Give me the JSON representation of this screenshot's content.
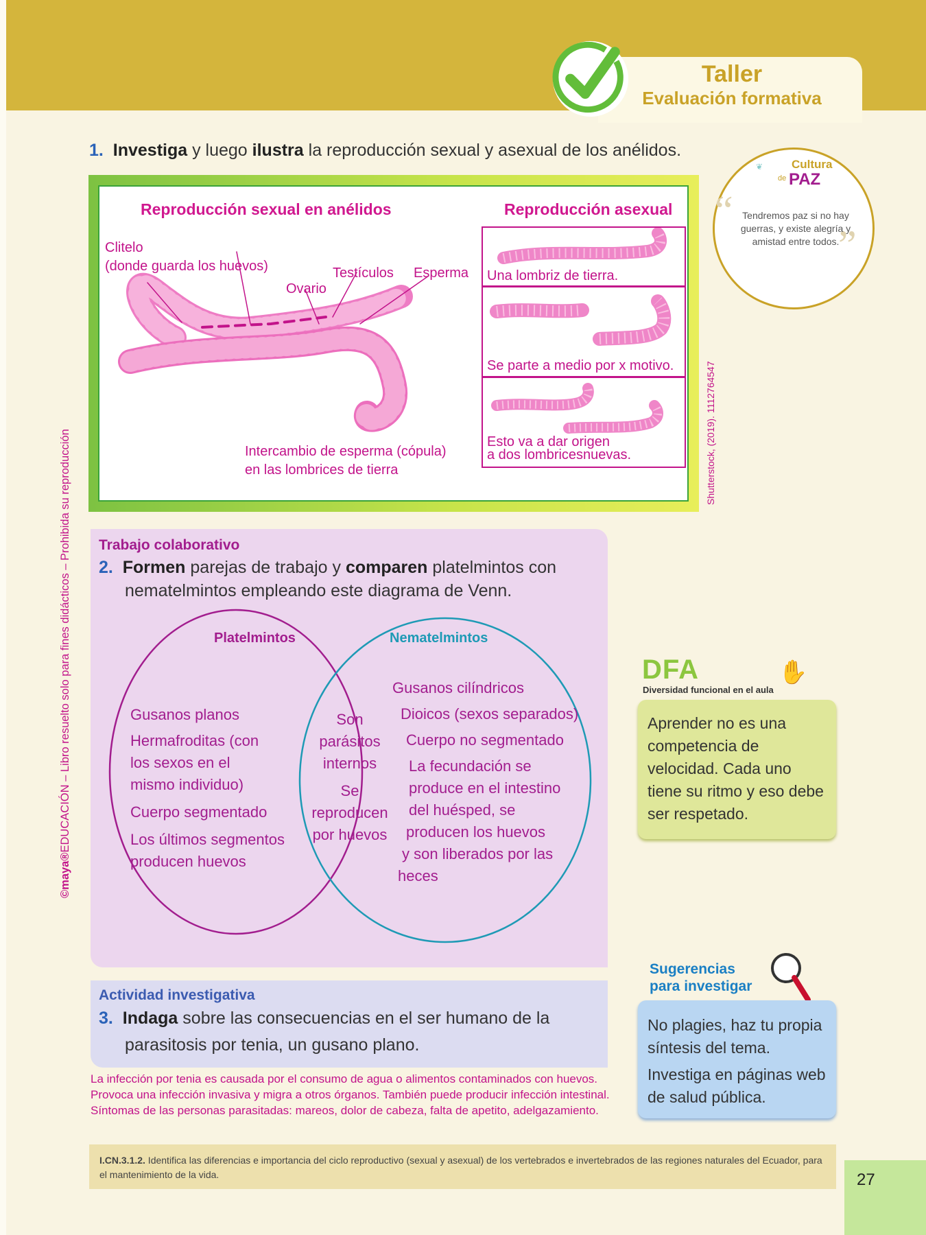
{
  "header": {
    "title": "Taller",
    "subtitle": "Evaluación formativa"
  },
  "q1": {
    "number": "1.",
    "verb1": "Investiga",
    "mid": " y luego ",
    "verb2": "ilustra",
    "rest": " la reproducción sexual y asexual de los anélidos."
  },
  "figure": {
    "sexual_title": "Reproducción sexual en anélidos",
    "asexual_title": "Reproducción asexual",
    "labels": {
      "clitelo": "Clitelo",
      "clitelo_sub": "(donde guarda los huevos)",
      "testiculos": "Testículos",
      "esperma": "Esperma",
      "ovario": "Ovario",
      "intercambio1": "Intercambio de esperma (cópula)",
      "intercambio2": "en las lombrices de tierra"
    },
    "asexual_steps": [
      "Una lombriz de tierra.",
      "Se parte a medio por x motivo.",
      "Esto va a dar origen",
      "a dos lombricesnuevas."
    ],
    "credit": "Shutterstock, (2019). 1112764547"
  },
  "cultura_paz": {
    "logo_line1": "Cultura",
    "logo_de": "de",
    "logo_line2": "PAZ",
    "quote": "Tendremos paz si no hay guerras, y existe alegría y amistad entre todos."
  },
  "side_text": {
    "brand": "©maya®",
    "text": "EDUCACIÓN – Libro resuelto solo para fines didácticos – Prohibida su reproducción"
  },
  "q2": {
    "section": "Trabajo colaborativo",
    "number": "2.",
    "verb1": "Formen",
    "mid": " parejas de trabajo y ",
    "verb2": "comparen",
    "rest": " platelmintos con",
    "line2": "nematelmintos empleando este diagrama de Venn."
  },
  "venn": {
    "left_title": "Platelmintos",
    "right_title": "Nematelmintos",
    "left": [
      "Gusanos planos",
      "Hermafroditas (con",
      "los sexos en el",
      "mismo individuo)",
      "Cuerpo segmentado",
      "Los últimos segmentos",
      "producen huevos"
    ],
    "center": [
      "Son",
      "parásitos",
      "internos",
      "Se",
      "reproducen",
      "por huevos"
    ],
    "right": [
      "Gusanos cilíndricos",
      "Dioicos (sexos separados)",
      "Cuerpo no segmentado",
      "La fecundación se",
      "produce en el intestino",
      "del huésped, se",
      "producen los huevos",
      "y son liberados por las",
      "heces"
    ]
  },
  "dfa": {
    "logo": "DFA",
    "subtitle": "Diversidad funcional en el aula",
    "text": "Aprender no es una competencia de velocidad. Cada uno tiene su ritmo y eso debe ser respetado."
  },
  "sugerencias": {
    "title1": "Sugerencias",
    "title2": "para investigar",
    "p1": "No plagies, haz tu propia síntesis del tema.",
    "p2": "Investiga en páginas web de salud pública."
  },
  "q3": {
    "section": "Actividad investigativa",
    "number": "3.",
    "verb": "Indaga",
    "rest": " sobre las consecuencias en el ser humano de la",
    "line2": "parasitosis por tenia, un gusano plano.",
    "answer": "La infección por tenia es causada por el consumo de agua o alimentos contaminados con huevos. Provoca una infección invasiva y migra a otros órganos. También puede producir infección intestinal. Síntomas de las personas parasitadas: mareos, dolor de cabeza, falta de apetito, adelgazamiento."
  },
  "footer": {
    "code": "I.CN.3.1.2.",
    "text": " Identifica las diferencias e importancia del ciclo reproductivo (sexual y asexual) de los vertebrados e invertebrados de las regiones naturales del Ecuador, para el mantenimiento de la vida."
  },
  "page_number": "27",
  "colors": {
    "gold": "#d4b53c",
    "magenta": "#c2138a",
    "green": "#7dc242",
    "blue": "#2a62b8"
  }
}
